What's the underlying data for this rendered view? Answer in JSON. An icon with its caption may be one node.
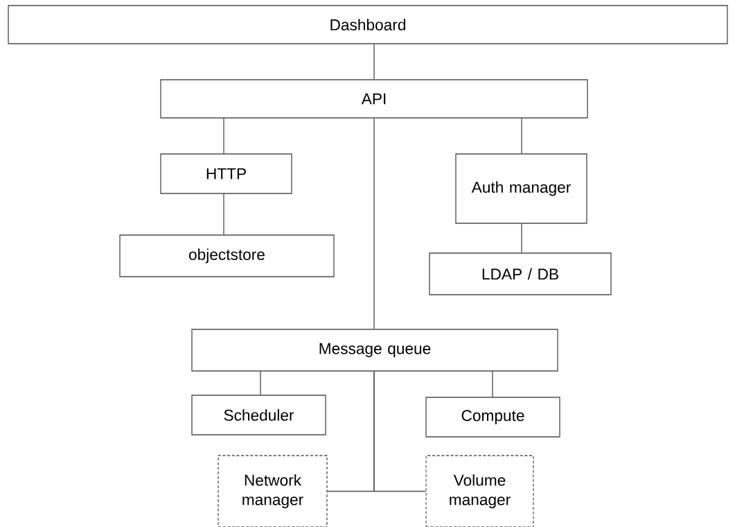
{
  "diagram": {
    "nodes": [
      {
        "text": [
          "Dashboard"
        ]
      },
      {
        "text": [
          "API"
        ]
      },
      {
        "text": [
          "HTTP"
        ]
      },
      {
        "text": [
          "objectstore"
        ]
      },
      {
        "text": [
          "Auth manager"
        ]
      },
      {
        "text": [
          "LDAP / DB"
        ]
      },
      {
        "text": [
          "Message queue"
        ]
      },
      {
        "text": [
          "Scheduler"
        ]
      },
      {
        "text": [
          "Compute"
        ]
      },
      {
        "text": [
          "Network manager"
        ]
      },
      {
        "text": [
          "Volume manager"
        ]
      }
    ],
    "edges": [
      {
        "from": 0,
        "to": 1,
        "arrow": "none"
      },
      {
        "from": 1,
        "to": 2,
        "arrow": "none"
      },
      {
        "from": 2,
        "to": 3,
        "arrow": "none"
      },
      {
        "from": 1,
        "to": 4,
        "arrow": "none"
      },
      {
        "from": 4,
        "to": 5,
        "arrow": "none"
      },
      {
        "from": 1,
        "to": 6,
        "arrow": "none"
      },
      {
        "from": 6,
        "to": 7,
        "arrow": "none"
      },
      {
        "from": 6,
        "to": 8,
        "arrow": "none"
      },
      {
        "from": 6,
        "to": 9,
        "arrow": "none"
      },
      {
        "from": 6,
        "to": 10,
        "arrow": "none"
      }
    ]
  }
}
